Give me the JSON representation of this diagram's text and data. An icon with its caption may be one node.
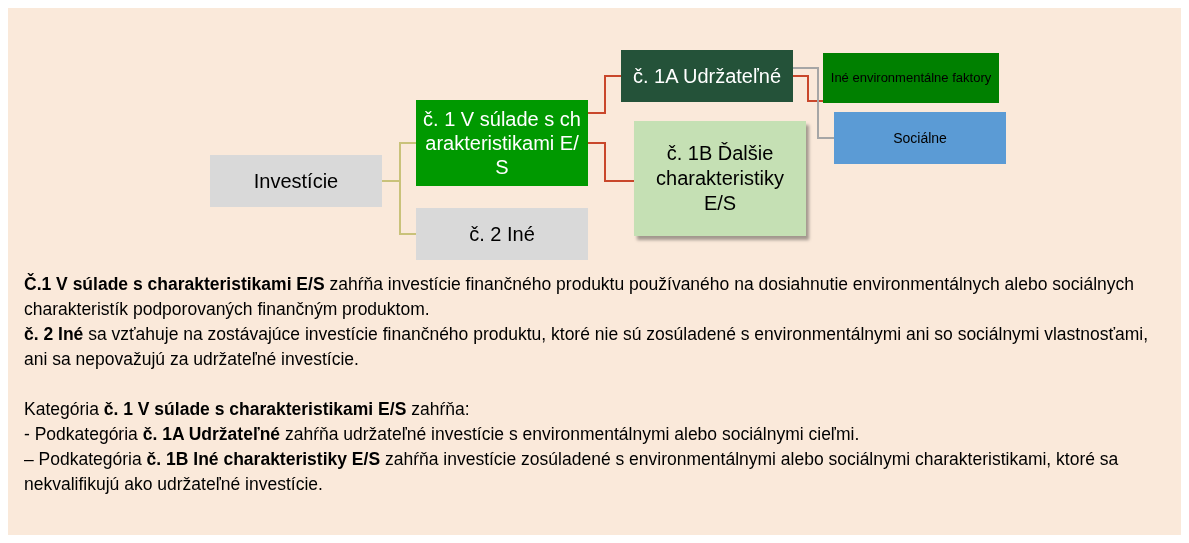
{
  "diagram": {
    "nodes": [
      {
        "text": [
          "Investície"
        ]
      },
      {
        "text": [
          "č. 1 V súlade s charakteristikami E/S"
        ]
      },
      {
        "text": [
          "č. 2 Iné"
        ]
      },
      {
        "text": [
          "č. 1A Udržateľné"
        ]
      },
      {
        "text": [
          "č. 1B Ďalšie charakteristiky E/S"
        ]
      },
      {
        "text": [
          "Iné environmentálne faktory"
        ]
      },
      {
        "text": [
          "Sociálne"
        ]
      }
    ],
    "edges": [
      {
        "from": 0,
        "to": 1,
        "arrow": "none",
        "color": "#c9c27a"
      },
      {
        "from": 0,
        "to": 2,
        "arrow": "none",
        "color": "#c9c27a"
      },
      {
        "from": 1,
        "to": 3,
        "arrow": "none"
      },
      {
        "from": 1,
        "to": 4,
        "arrow": "none"
      },
      {
        "from": 3,
        "to": 5,
        "arrow": "none"
      },
      {
        "from": 3,
        "to": 6,
        "arrow": "none",
        "color": "#a6a6a6"
      }
    ],
    "labels": [
      "**Č.1 V súlade s charakteristikami E/S** zahŕňa investície finančného produktu používaného na dosiahnutie environmentálnych alebo sociálnych charakteristík podporovaných finančným produktom.",
      "**č. 2 Iné** sa vzťahuje na zostávajúce investície finančného produktu, ktoré nie sú zosúladené s environmentálnymi ani so sociálnymi vlastnosťami, ani sa nepovažujú za udržateľné investície.",
      "Kategória **č. 1 V súlade s charakteristikami E/S** zahŕňa:",
      "- Podkategória **č. 1A Udržateľné** zahŕňa udržateľné investície s environmentálnymi alebo sociálnymi cieľmi.",
      "– Podkategória **č. 1B Iné charakteristiky E/S** zahŕňa investície zosúladené s environmentálnymi alebo sociálnymi charakteristikami, ktoré sa nekvalifikujú ako udržateľné investície."
    ]
  }
}
